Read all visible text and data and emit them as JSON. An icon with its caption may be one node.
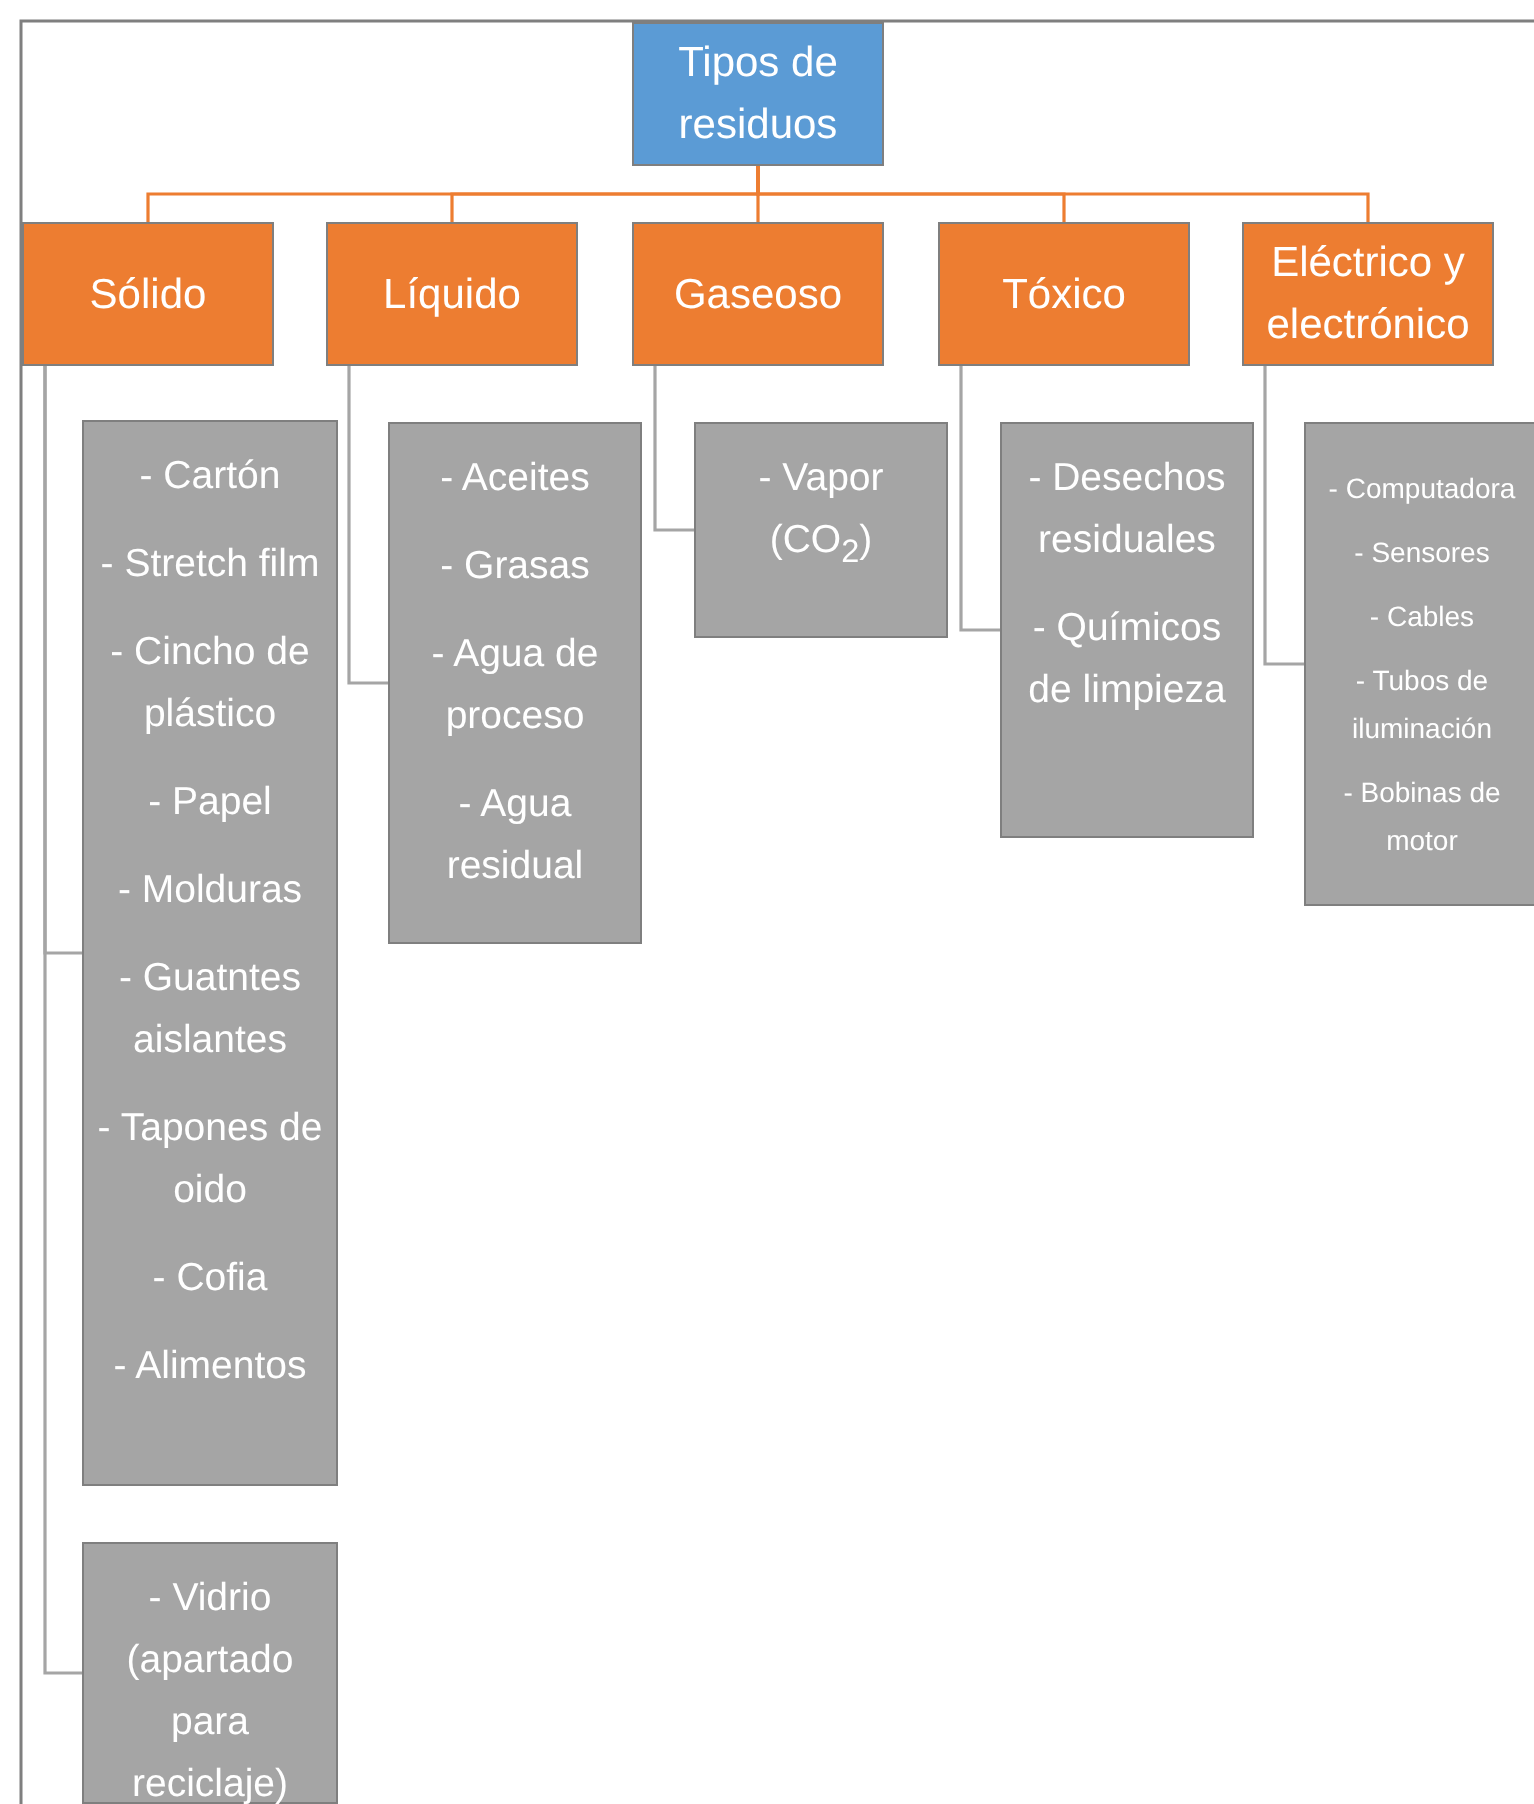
{
  "diagram": {
    "nodes": [
      {
        "text": [
          "Tipos de residuos"
        ]
      },
      {
        "text": [
          "Sólido"
        ]
      },
      {
        "text": [
          "Líquido"
        ]
      },
      {
        "text": [
          "Gaseoso"
        ]
      },
      {
        "text": [
          "Tóxico"
        ]
      },
      {
        "text": [
          "Eléctrico y electrónico"
        ]
      },
      {
        "text": [
          "- Cartón",
          "- Stretch film",
          "- Cincho de plástico",
          "- Papel",
          "- Molduras",
          "- Guatntes aislantes",
          "- Tapones de oido",
          "- Cofia",
          "- Alimentos"
        ]
      },
      {
        "text": [
          "- Vidrio (apartado para reciclaje)"
        ]
      },
      {
        "text": [
          "- Aceites",
          "- Grasas",
          "- Agua de proceso",
          "- Agua residual"
        ]
      },
      {
        "text": [
          "- Vapor (CO$_{2}$)"
        ]
      },
      {
        "text": [
          "- Desechos residuales",
          "- Químicos de limpieza"
        ]
      },
      {
        "text": [
          "- Computadora",
          "- Sensores",
          "- Cables",
          "- Tubos de iluminación",
          "- Bobinas de motor"
        ]
      }
    ],
    "edges": [
      {
        "from": 0,
        "to": 1,
        "arrow": "none",
        "color": "#ed7d31"
      },
      {
        "from": 0,
        "to": 2,
        "arrow": "none",
        "color": "#ed7d31"
      },
      {
        "from": 0,
        "to": 3,
        "arrow": "none",
        "color": "#ed7d31"
      },
      {
        "from": 0,
        "to": 4,
        "arrow": "none",
        "color": "#ed7d31"
      },
      {
        "from": 0,
        "to": 5,
        "arrow": "none",
        "color": "#ed7d31"
      },
      {
        "from": 1,
        "to": 6,
        "arrow": "none"
      },
      {
        "from": 1,
        "to": 7,
        "arrow": "none"
      },
      {
        "from": 2,
        "to": 8,
        "arrow": "none"
      },
      {
        "from": 3,
        "to": 9,
        "arrow": "none"
      },
      {
        "from": 4,
        "to": 10,
        "arrow": "none"
      },
      {
        "from": 5,
        "to": 11,
        "arrow": "none"
      }
    ]
  }
}
